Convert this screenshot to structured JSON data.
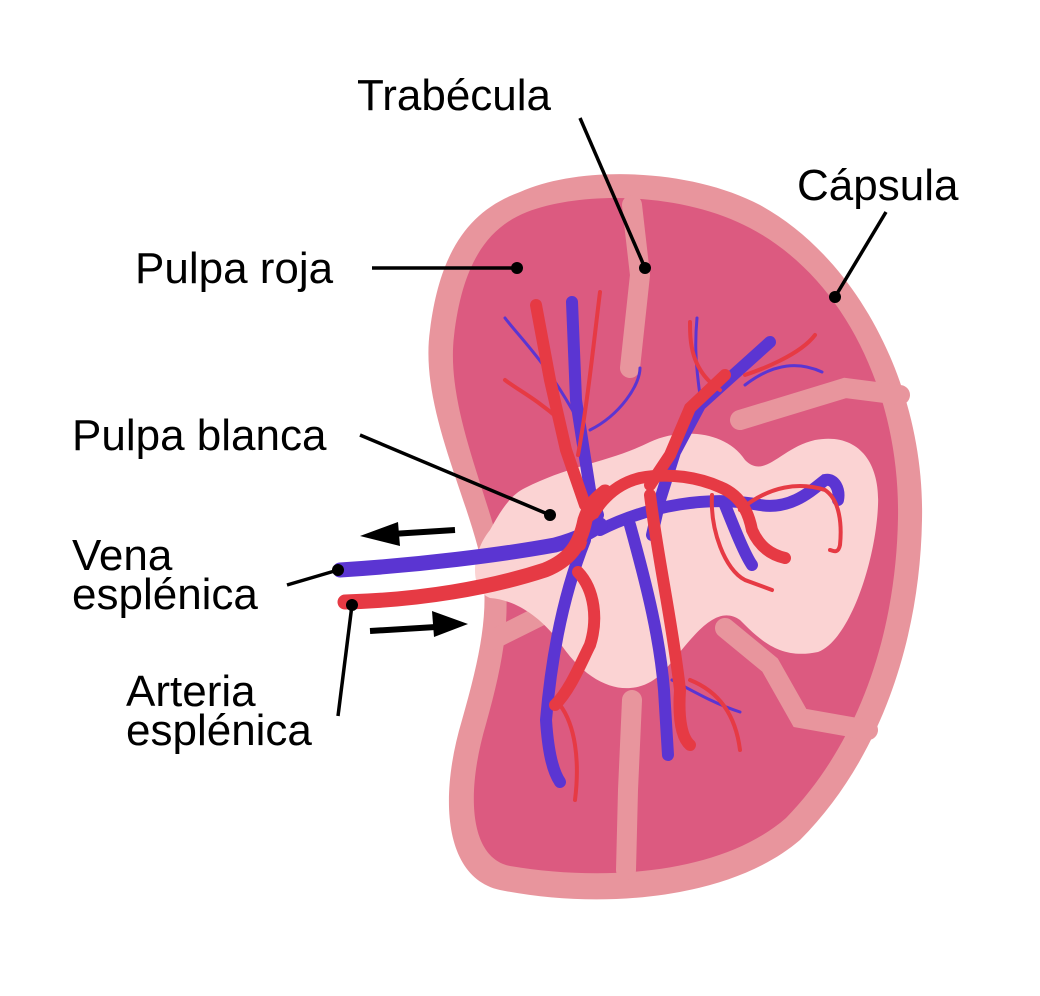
{
  "labels": {
    "trabecula": "Trabécula",
    "capsula": "Cápsula",
    "pulpa_roja": "Pulpa roja",
    "pulpa_blanca": "Pulpa blanca",
    "vena_line1": "Vena",
    "vena_line2": "esplénica",
    "arteria_line1": "Arteria",
    "arteria_line2": "esplénica"
  },
  "colors": {
    "capsule": "#e8959d",
    "red_pulp": "#dc5a80",
    "white_pulp": "#fbd3d3",
    "artery": "#e63a44",
    "vein": "#5b35d2",
    "leader": "#000000"
  }
}
